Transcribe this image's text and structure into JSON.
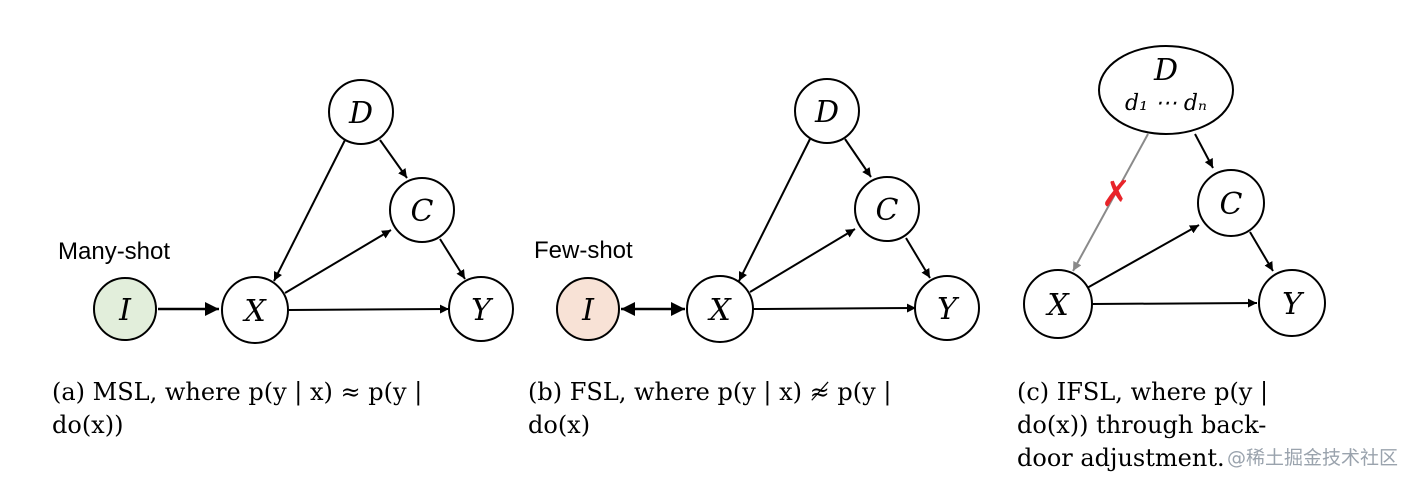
{
  "panels": [
    {
      "shot_label": "Many-shot",
      "nodes": {
        "I": "I",
        "X": "X",
        "D": "D",
        "C": "C",
        "Y": "Y"
      },
      "caption": {
        "line1": "(a) MSL, where p(y | x) ≈ p(y |",
        "line2": "do(x))"
      }
    },
    {
      "shot_label": "Few-shot",
      "nodes": {
        "I": "I",
        "X": "X",
        "D": "D",
        "C": "C",
        "Y": "Y"
      },
      "caption": {
        "line1": "(b) FSL, where p(y | x) ≉ p(y |",
        "line2": "do(x)"
      }
    },
    {
      "nodes": {
        "D": "D",
        "D_sub": "d₁ ⋯ dₙ",
        "X": "X",
        "C": "C",
        "Y": "Y"
      },
      "cut_mark": "✗",
      "caption": {
        "line1": "(c) IFSL, where p(y |",
        "line2": "do(x)) through back-",
        "line3": "door adjustment."
      }
    }
  ],
  "colors": {
    "many_shot_node": "#e2eedb",
    "few_shot_node": "#f8e2d6",
    "cut_mark": "#e8242a",
    "blocked_edge": "#8a8a8a"
  },
  "watermark": "@稀土掘金技术社区"
}
